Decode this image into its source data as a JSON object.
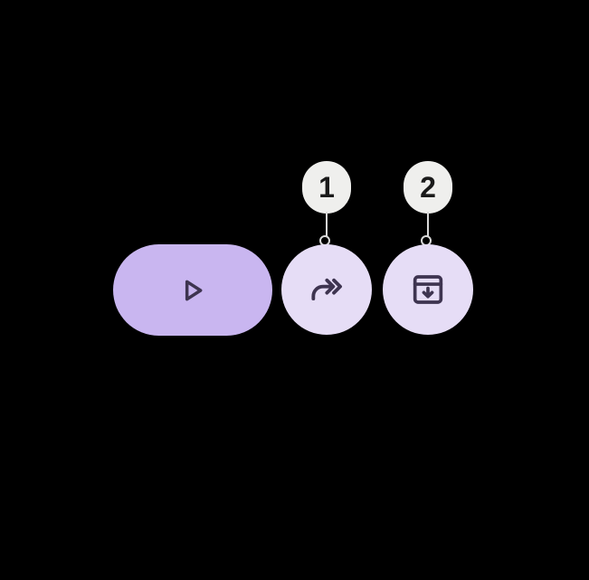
{
  "colors": {
    "background": "#000000",
    "primary_button_bg": "#c9b6f0",
    "secondary_button_bg": "#e6ddf6",
    "icon_stroke": "#3e3450",
    "badge_bg": "#efefed",
    "badge_text": "#1a1a1a",
    "connector": "#d9d9d9"
  },
  "toolbar": {
    "buttons": [
      {
        "name": "run-button",
        "icon": "play-icon",
        "shape": "pill"
      },
      {
        "name": "forward-button",
        "icon": "forward-arrows-icon",
        "shape": "circle",
        "callout": "1"
      },
      {
        "name": "archive-download-button",
        "icon": "archive-download-icon",
        "shape": "circle",
        "callout": "2"
      }
    ]
  },
  "callouts": [
    {
      "label": "1"
    },
    {
      "label": "2"
    }
  ]
}
